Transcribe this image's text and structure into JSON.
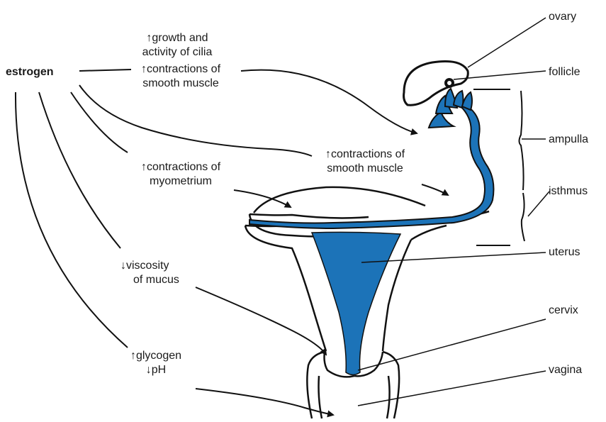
{
  "diagram": {
    "source": "estrogen",
    "effects": {
      "cilia": [
        "↑growth and",
        "activity of cilia"
      ],
      "tube_muscle": [
        "↑contractions of",
        "smooth muscle"
      ],
      "tube_muscle_2": [
        "↑contractions of",
        "smooth muscle"
      ],
      "myometrium": [
        "↑contractions of",
        "myometrium"
      ],
      "mucus": [
        "↓viscosity",
        "of mucus"
      ],
      "vagina": [
        "↑glycogen",
        "↓pH"
      ]
    },
    "labels": {
      "ovary": "ovary",
      "follicle": "follicle",
      "ampulla": "ampulla",
      "isthmus": "isthmus",
      "uterus": "uterus",
      "cervix": "cervix",
      "vagina": "vagina"
    },
    "colors": {
      "fill": "#1c73b8",
      "line": "#111111",
      "text": "#1a1a1a"
    }
  }
}
